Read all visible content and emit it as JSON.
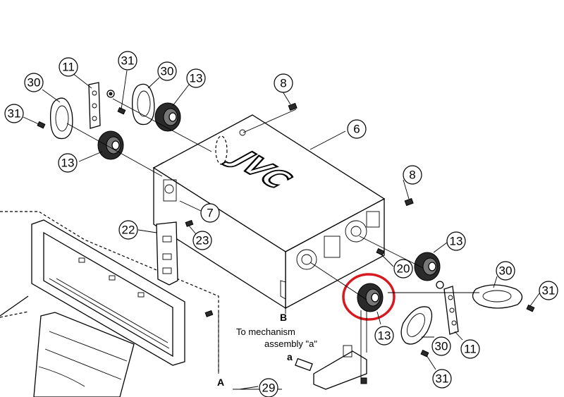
{
  "brand": "JVC",
  "callouts": {
    "c11a": "11",
    "c31a": "31",
    "c30a": "30",
    "c13a": "13",
    "c30b": "30",
    "c31b": "31",
    "c13b": "13",
    "c8a": "8",
    "c6": "6",
    "c8b": "8",
    "c7": "7",
    "c22": "22",
    "c23": "23",
    "c13c": "13",
    "c30c": "30",
    "c31c": "31",
    "c20": "20",
    "c13d": "13",
    "c30d": "30",
    "c11b": "11",
    "c31d": "31",
    "c29": "29"
  },
  "labels": {
    "point_a_upper": "A",
    "point_b": "B",
    "point_a_lower": "a",
    "note_line1": "To mechanism",
    "note_line2": "assembly \"a\""
  },
  "highlight_color": "#d71920"
}
